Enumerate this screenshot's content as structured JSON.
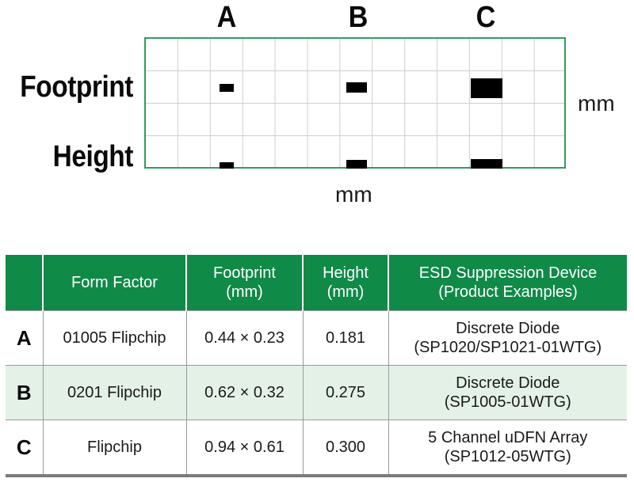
{
  "diagram": {
    "column_labels": [
      "A",
      "B",
      "C"
    ],
    "row_labels": [
      "Footprint",
      "Height"
    ],
    "unit_right": "mm",
    "unit_bottom": "mm",
    "grid_color": "#2f9e5c",
    "bar_color": "#000000"
  },
  "table": {
    "header_color": "#0f8a47",
    "shade_color": "#e4f1e7",
    "headers": {
      "key": "",
      "form_factor": "Form Factor",
      "footprint": [
        "Footprint",
        "(mm)"
      ],
      "height": [
        "Height",
        "(mm)"
      ],
      "device": [
        "ESD Suppression Device",
        "(Product Examples)"
      ]
    },
    "rows": [
      {
        "key": "A",
        "form_factor": "01005 Flipchip",
        "footprint": "0.44 × 0.23",
        "height": "0.181",
        "device": [
          "Discrete Diode",
          "(SP1020/SP1021-01WTG)"
        ]
      },
      {
        "key": "B",
        "form_factor": "0201 Flipchip",
        "footprint": "0.62 × 0.32",
        "height": "0.275",
        "device": [
          "Discrete Diode",
          "(SP1005-01WTG)"
        ]
      },
      {
        "key": "C",
        "form_factor": "Flipchip",
        "footprint": "0.94 × 0.61",
        "height": "0.300",
        "device": [
          "5 Channel uDFN Array",
          "(SP1012-05WTG)"
        ]
      }
    ]
  }
}
